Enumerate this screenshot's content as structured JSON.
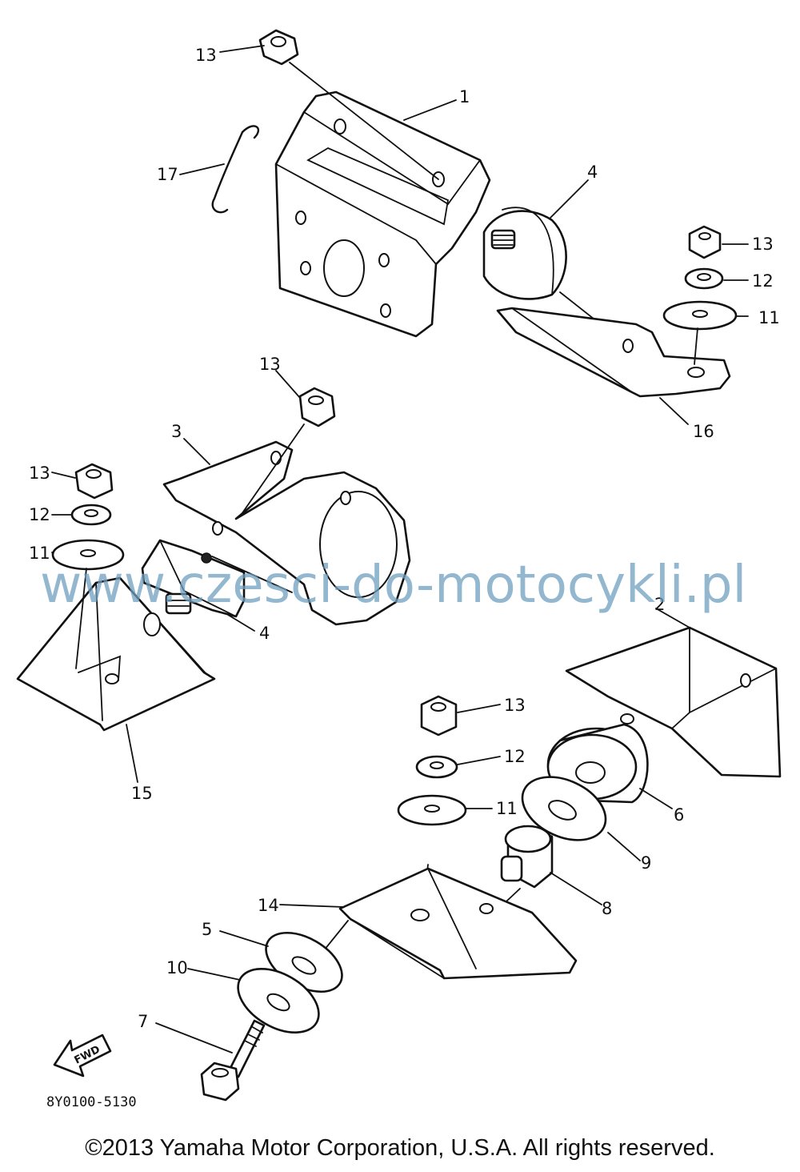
{
  "callouts": {
    "c1": "1",
    "c2": "2",
    "c3": "3",
    "c4a": "4",
    "c4b": "4",
    "c5": "5",
    "c6": "6",
    "c7": "7",
    "c8": "8",
    "c9": "9",
    "c10": "10",
    "c11a": "11",
    "c11b": "11",
    "c11c": "11",
    "c12a": "12",
    "c12b": "12",
    "c12c": "12",
    "c13a": "13",
    "c13b": "13",
    "c13c": "13",
    "c13d": "13",
    "c13e": "13",
    "c14": "14",
    "c15": "15",
    "c16": "16",
    "c17": "17"
  },
  "fwd_label": "FWD",
  "drawing_number": "8Y0100-5130",
  "watermark": "www.czesci-do-motocykli.pl",
  "copyright": "©2013 Yamaha Motor Corporation, U.S.A. All rights reserved.",
  "colors": {
    "line": "#111111",
    "watermark": "#6f9fbf",
    "background": "#ffffff"
  }
}
